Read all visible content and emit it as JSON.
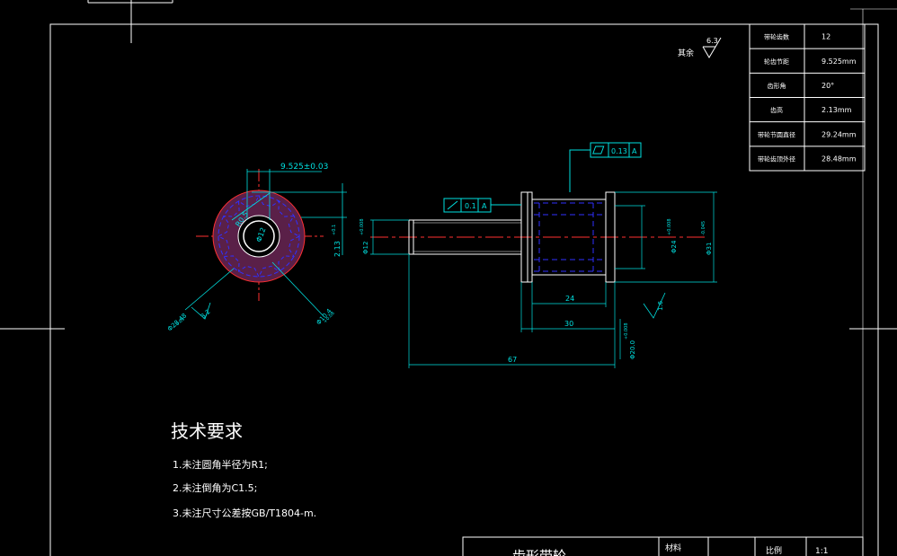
{
  "drawing": {
    "surface_symbol": {
      "value": "6.3",
      "label": "其余"
    },
    "param_table": [
      {
        "name": "带轮齿数",
        "value": "12"
      },
      {
        "name": "轮齿节距",
        "value": "9.525mm"
      },
      {
        "name": "齿形角",
        "value": "20°"
      },
      {
        "name": "齿高",
        "value": "2.13mm"
      },
      {
        "name": "带轮节圆直径",
        "value": "29.24mm"
      },
      {
        "name": "带轮齿顶外径",
        "value": "28.48mm"
      }
    ],
    "front_view": {
      "dim_pitch": "9.525±0.03",
      "dim_r": "R0.5",
      "dim_bore": "Φ12",
      "dim_tooth_height": "2.13",
      "dim_tooth_height_tol": "+0.1",
      "dim_od": "Φ28.48",
      "dim_od_tol": "-0.05",
      "dim_hub": "Φ10.4",
      "dim_hub_tol": "+0.08",
      "roughness": "3.2"
    },
    "side_view": {
      "runout_tol": "0.1",
      "runout_datum": "A",
      "flatness_tol": "0.13",
      "flatness_datum": "A",
      "dim_shaft_dia": "Φ12",
      "dim_shaft_tol": "+0.008",
      "dim_inner_dia": "Φ24",
      "dim_inner_tol": "+0.008",
      "dim_flange_dia": "Φ31",
      "dim_flange_tol": "-0.045",
      "dim_hub_dia": "Φ20.0",
      "dim_hub_tol": "+0.008",
      "dim_24": "24",
      "dim_30": "30",
      "dim_67": "67",
      "roughness": "1.6"
    },
    "tech_requirements": {
      "title": "技术要求",
      "items": [
        "1.未注圆角半径为R1;",
        "2.未注倒角为C1.5;",
        "3.未注尺寸公差按GB/T1804-m."
      ]
    },
    "title_block": {
      "part_name": "齿形带轮",
      "material_label": "材料",
      "scale_label": "比例",
      "scale_value": "1:1"
    }
  }
}
